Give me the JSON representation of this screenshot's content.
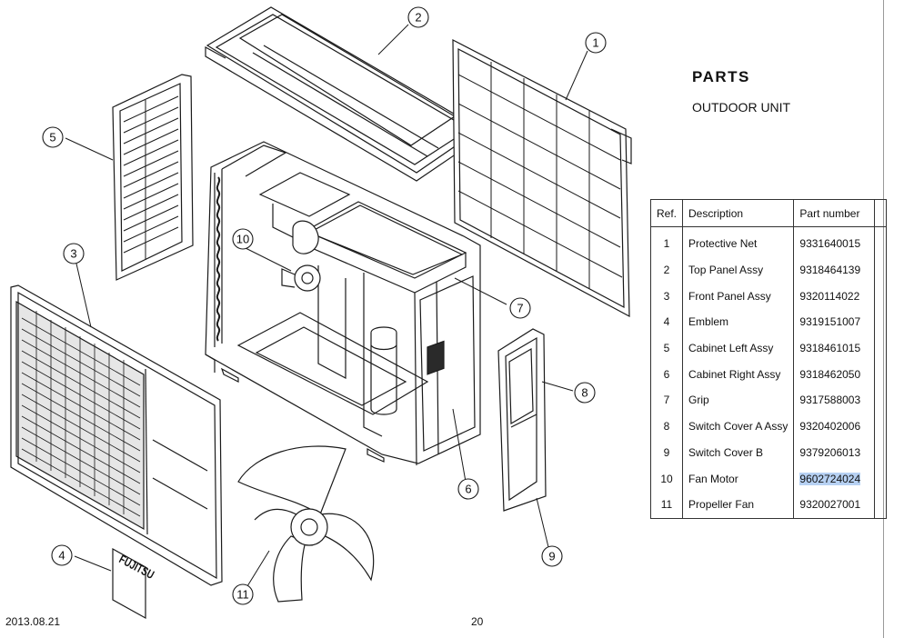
{
  "header": {
    "title": "PARTS",
    "subtitle": "OUTDOOR UNIT"
  },
  "table": {
    "columns": [
      "Ref.",
      "Description",
      "Part number"
    ],
    "rows": [
      {
        "ref": "1",
        "description": "Protective Net",
        "part_number": "9331640015"
      },
      {
        "ref": "2",
        "description": "Top Panel Assy",
        "part_number": "9318464139"
      },
      {
        "ref": "3",
        "description": "Front Panel Assy",
        "part_number": "9320114022"
      },
      {
        "ref": "4",
        "description": "Emblem",
        "part_number": "9319151007"
      },
      {
        "ref": "5",
        "description": "Cabinet Left Assy",
        "part_number": "9318461015"
      },
      {
        "ref": "6",
        "description": "Cabinet Right Assy",
        "part_number": "9318462050"
      },
      {
        "ref": "7",
        "description": "Grip",
        "part_number": "9317588003"
      },
      {
        "ref": "8",
        "description": "Switch Cover A Assy",
        "part_number": "9320402006"
      },
      {
        "ref": "9",
        "description": "Switch Cover B",
        "part_number": "9379206013"
      },
      {
        "ref": "10",
        "description": "Fan Motor",
        "part_number": "9602724024"
      },
      {
        "ref": "11",
        "description": "Propeller Fan",
        "part_number": "9320027001"
      }
    ],
    "highlight_color": "#b7d1f3"
  },
  "callouts": [
    "1",
    "2",
    "3",
    "4",
    "5",
    "6",
    "7",
    "8",
    "9",
    "10",
    "11"
  ],
  "emblem_text": "FUJITSU",
  "footer": {
    "date": "2013.08.21",
    "page": "20"
  }
}
